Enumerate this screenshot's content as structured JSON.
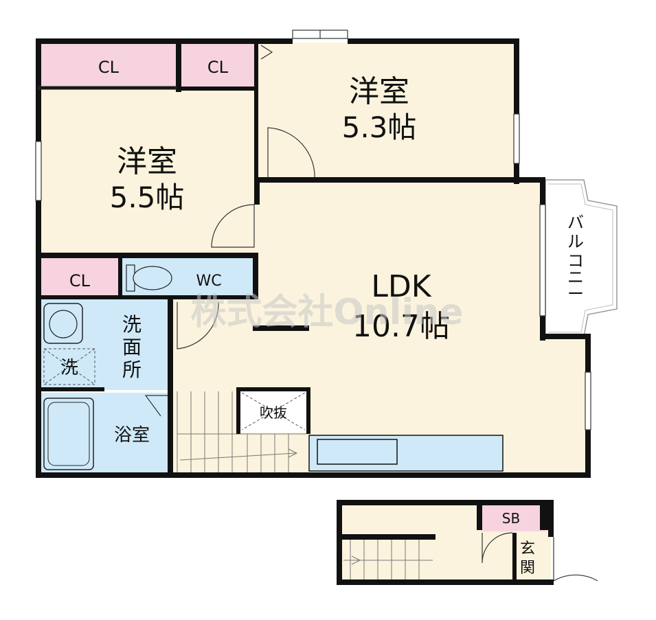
{
  "colors": {
    "room": "#fbf3dd",
    "closet": "#f6d3df",
    "wet": "#cfe9f8",
    "wall": "#111111"
  },
  "rooms": {
    "western_a": {
      "name": "洋室",
      "size": "5.5帖"
    },
    "western_b": {
      "name": "洋室",
      "size": "5.3帖"
    },
    "ldk": {
      "name": "LDK",
      "size": "10.7帖"
    },
    "closet_a": "CL",
    "closet_b": "CL",
    "closet_c": "CL",
    "toilet": "WC",
    "washroom": [
      "洗",
      "面",
      "所"
    ],
    "laundry": "洗",
    "bath": "浴室",
    "void": "吹抜",
    "balcony": [
      "バ",
      "ル",
      "コ",
      "ニ",
      "ー"
    ],
    "storage": "SB",
    "entrance": [
      "玄",
      "関"
    ]
  },
  "watermark": "株式会社Online"
}
